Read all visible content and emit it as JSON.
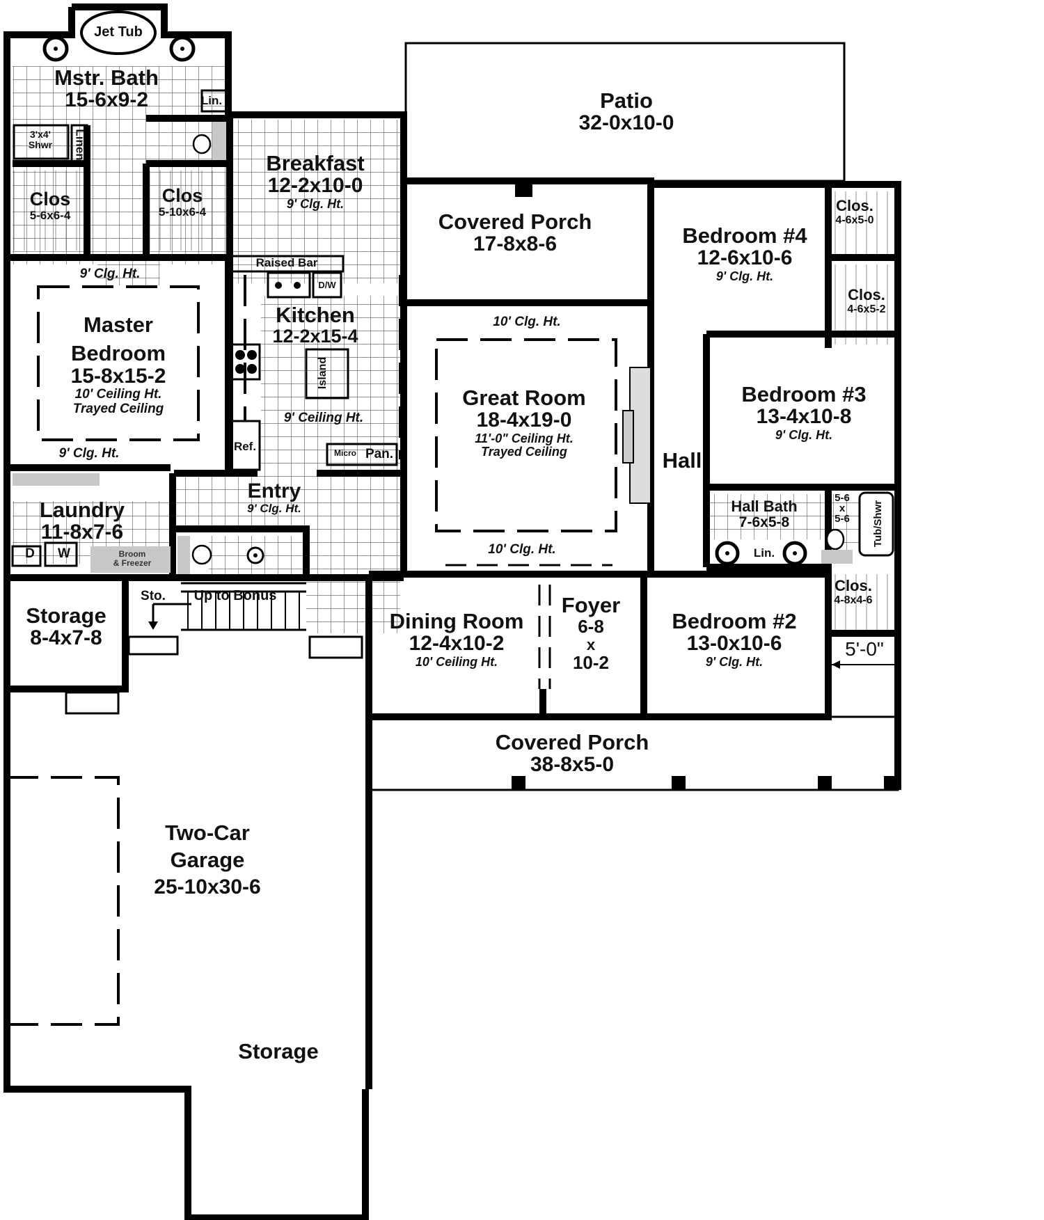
{
  "plan": {
    "rooms": {
      "jet_tub": {
        "name": "Jet Tub"
      },
      "master_bath": {
        "name": "Mstr. Bath",
        "dim": "15-6x9-2"
      },
      "lin_master": {
        "name": "Lin."
      },
      "shower": {
        "line1": "3'x4'",
        "line2": "Shwr"
      },
      "linen": {
        "name": "Linen"
      },
      "clos_left": {
        "name": "Clos",
        "dim": "5-6x6-4"
      },
      "clos_right": {
        "name": "Clos",
        "dim": "5-10x6-4"
      },
      "master_bedroom": {
        "name1": "Master",
        "name2": "Bedroom",
        "dim": "15-8x15-2",
        "note1": "10' Ceiling Ht.",
        "note2": "Trayed Ceiling",
        "clg_top": "9' Clg. Ht.",
        "clg_bottom": "9' Clg. Ht."
      },
      "breakfast": {
        "name": "Breakfast",
        "dim": "12-2x10-0",
        "note": "9' Clg. Ht."
      },
      "raised_bar": {
        "name": "Raised Bar"
      },
      "dw": {
        "name": "D/W"
      },
      "kitchen": {
        "name": "Kitchen",
        "dim": "12-2x15-4",
        "note": "9' Ceiling Ht."
      },
      "island": {
        "name": "Island"
      },
      "ref": {
        "name": "Ref."
      },
      "micro": {
        "name": "Micro"
      },
      "pan": {
        "name": "Pan."
      },
      "patio": {
        "name": "Patio",
        "dim": "32-0x10-0"
      },
      "covered_porch_rear": {
        "name": "Covered Porch",
        "dim": "17-8x8-6"
      },
      "bedroom4": {
        "name": "Bedroom #4",
        "dim": "12-6x10-6",
        "note": "9' Clg. Ht."
      },
      "clos_b4": {
        "name": "Clos.",
        "dim": "4-6x5-0"
      },
      "clos_b3": {
        "name": "Clos.",
        "dim": "4-6x5-2"
      },
      "great_room": {
        "name": "Great Room",
        "dim": "18-4x19-0",
        "note1": "11'-0\" Ceiling Ht.",
        "note2": "Trayed Ceiling",
        "clg_top": "10' Clg. Ht.",
        "clg_bottom": "10' Clg. Ht."
      },
      "hall": {
        "name": "Hall"
      },
      "bedroom3": {
        "name": "Bedroom #3",
        "dim": "13-4x10-8",
        "note": "9' Clg. Ht."
      },
      "laundry": {
        "name": "Laundry",
        "dim": "11-8x7-6",
        "d": "D",
        "w": "W",
        "broom1": "Broom",
        "broom2": "& Freezer"
      },
      "entry": {
        "name": "Entry",
        "note": "9' Clg. Ht."
      },
      "hall_bath": {
        "name": "Hall Bath",
        "dim": "7-6x5-8",
        "lin": "Lin.",
        "wc_dim1": "5-6",
        "wc_dim2": "x",
        "wc_dim3": "5-6",
        "tub": "Tub/Shwr"
      },
      "storage_small": {
        "name": "Storage",
        "dim": "8-4x7-8"
      },
      "sto": {
        "name": "Sto."
      },
      "stairs": {
        "name": "Up to Bonus"
      },
      "dining_room": {
        "name": "Dining Room",
        "dim": "12-4x10-2",
        "note": "10' Ceiling Ht."
      },
      "foyer": {
        "name": "Foyer",
        "dim1": "6-8",
        "dim2": "x",
        "dim3": "10-2"
      },
      "bedroom2": {
        "name": "Bedroom #2",
        "dim": "13-0x10-6",
        "note": "9' Clg. Ht."
      },
      "clos_b2": {
        "name": "Clos.",
        "dim": "4-8x4-6"
      },
      "porch_dim": {
        "label": "5'-0\""
      },
      "covered_porch_front": {
        "name": "Covered Porch",
        "dim": "38-8x5-0"
      },
      "garage": {
        "name1": "Two-Car",
        "name2": "Garage",
        "dim": "25-10x30-6"
      },
      "garage_storage": {
        "name": "Storage"
      }
    }
  }
}
